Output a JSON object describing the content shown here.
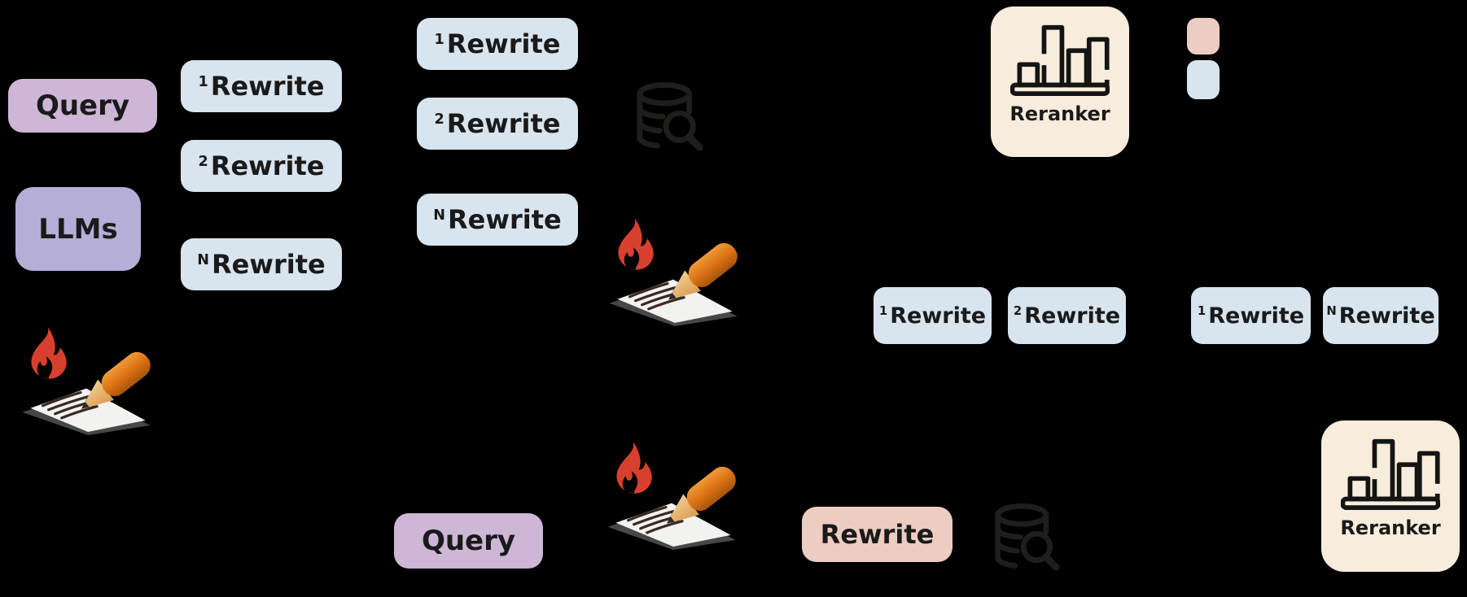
{
  "canvas": {
    "background": "#000000"
  },
  "palette": {
    "query_fill": "#cdb6d6",
    "llms_fill": "#b5aed7",
    "rewrite_blue_fill": "#d8e4ee",
    "rewrite_salmon_fill": "#edccc2",
    "reranker_fill": "#f8eddc",
    "text": "#1a1a1a",
    "flame_red": "#d8402e",
    "pencil_orange": "#de7418",
    "db_icon_stroke": "#1e1e1c",
    "chart_icon_stroke": "#141414"
  },
  "top_flow": {
    "query_label": "Query",
    "llms_label": "LLMs",
    "col1_rewrites": [
      {
        "sup": "1",
        "label": "Rewrite"
      },
      {
        "sup": "2",
        "label": "Rewrite"
      },
      {
        "sup": "N",
        "label": "Rewrite"
      }
    ],
    "col2_rewrites": [
      {
        "sup": "1",
        "label": "Rewrite"
      },
      {
        "sup": "2",
        "label": "Rewrite"
      },
      {
        "sup": "N",
        "label": "Rewrite"
      }
    ],
    "reranker_label": "Reranker"
  },
  "mid_row_rewrites": [
    {
      "sup": "1",
      "label": "Rewrite"
    },
    {
      "sup": "2",
      "label": "Rewrite"
    },
    {
      "sup": "1",
      "label": "Rewrite"
    },
    {
      "sup": "N",
      "label": "Rewrite"
    }
  ],
  "bottom_flow": {
    "query_label": "Query",
    "rewrite_label": "Rewrite",
    "reranker_label": "Reranker"
  },
  "legend": {
    "swatch_salmon_color": "#eccdc4",
    "swatch_blue_color": "#d9e5ee"
  }
}
